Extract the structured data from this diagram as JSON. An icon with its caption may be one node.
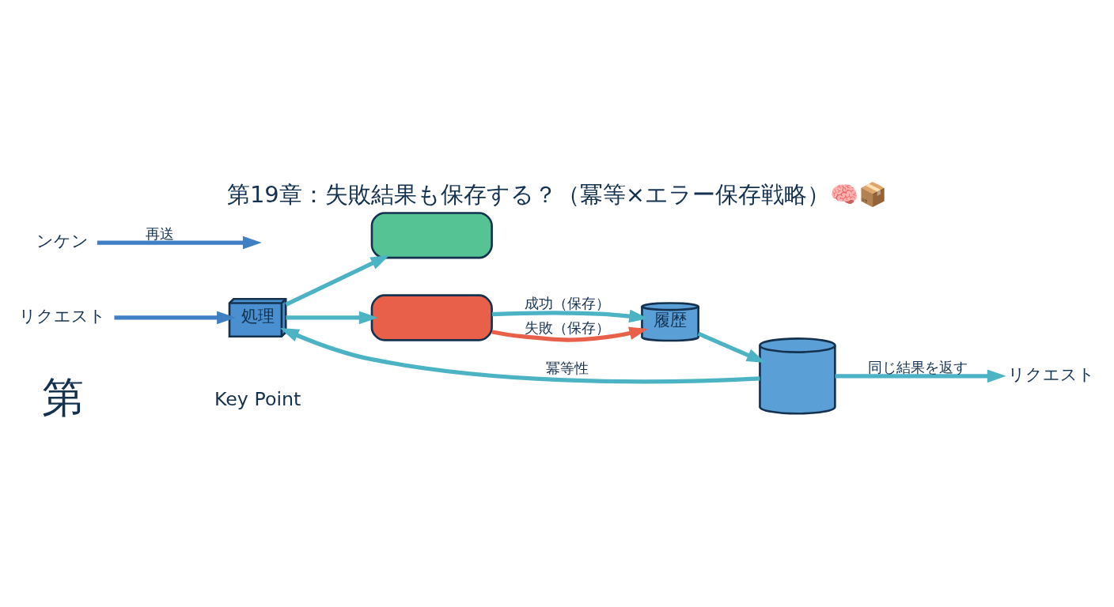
{
  "diagram": {
    "title": "第19章：失敗結果も保存する？（冪等×エラー保存戦略）🧠📦",
    "nodes": [
      {
        "text": [
          "リクエスト"
        ]
      },
      {
        "text": [
          "処理"
        ]
      },
      {
        "text": [],
        "shape": "box"
      },
      {
        "text": [],
        "shape": "box"
      },
      {
        "text": [
          "履歴"
        ]
      },
      {
        "text": [],
        "shape": "cylinder"
      },
      {
        "text": [
          "リクエスト"
        ]
      },
      {
        "text": [
          "ンケン"
        ]
      }
    ],
    "edges": [
      {
        "from": 0,
        "to": 1,
        "arrow": "to",
        "color": "#3f7fc4"
      },
      {
        "from": 1,
        "to": 2,
        "arrow": "to"
      },
      {
        "from": 1,
        "to": 3,
        "arrow": "to"
      },
      {
        "from": 3,
        "to": 4,
        "arrow": "to",
        "label": "成功（保存）"
      },
      {
        "from": 3,
        "to": 4,
        "arrow": "to",
        "label": "失敗（保存）",
        "color": "#e8604a"
      },
      {
        "from": 4,
        "to": 5,
        "arrow": "to"
      },
      {
        "from": 5,
        "to": 1,
        "arrow": "to",
        "label": "冪等性"
      },
      {
        "from": 5,
        "to": 6,
        "arrow": "to",
        "label": "同じ結果を返す"
      },
      {
        "from": 7,
        "to": null,
        "arrow": "to",
        "label": "再送",
        "color": "#3f7fc4"
      }
    ],
    "labels": [
      "第",
      "Key Point"
    ]
  }
}
